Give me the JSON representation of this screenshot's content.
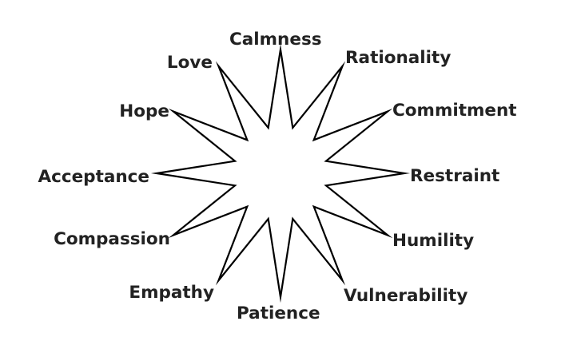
{
  "diagram": {
    "type": "twelve-point-star",
    "center_label": "",
    "colors": {
      "background": "#ffffff",
      "star_fill": "#ffffff",
      "star_stroke": "#000000",
      "label_text": "#222222"
    },
    "points": [
      {
        "id": "calmness",
        "label": "Calmness"
      },
      {
        "id": "rationality",
        "label": "Rationality"
      },
      {
        "id": "commitment",
        "label": "Commitment"
      },
      {
        "id": "restraint",
        "label": "Restraint"
      },
      {
        "id": "humility",
        "label": "Humility"
      },
      {
        "id": "vulnerability",
        "label": "Vulnerability"
      },
      {
        "id": "patience",
        "label": "Patience"
      },
      {
        "id": "empathy",
        "label": "Empathy"
      },
      {
        "id": "compassion",
        "label": "Compassion"
      },
      {
        "id": "acceptance",
        "label": "Acceptance"
      },
      {
        "id": "hope",
        "label": "Hope"
      },
      {
        "id": "love",
        "label": "Love"
      }
    ]
  }
}
